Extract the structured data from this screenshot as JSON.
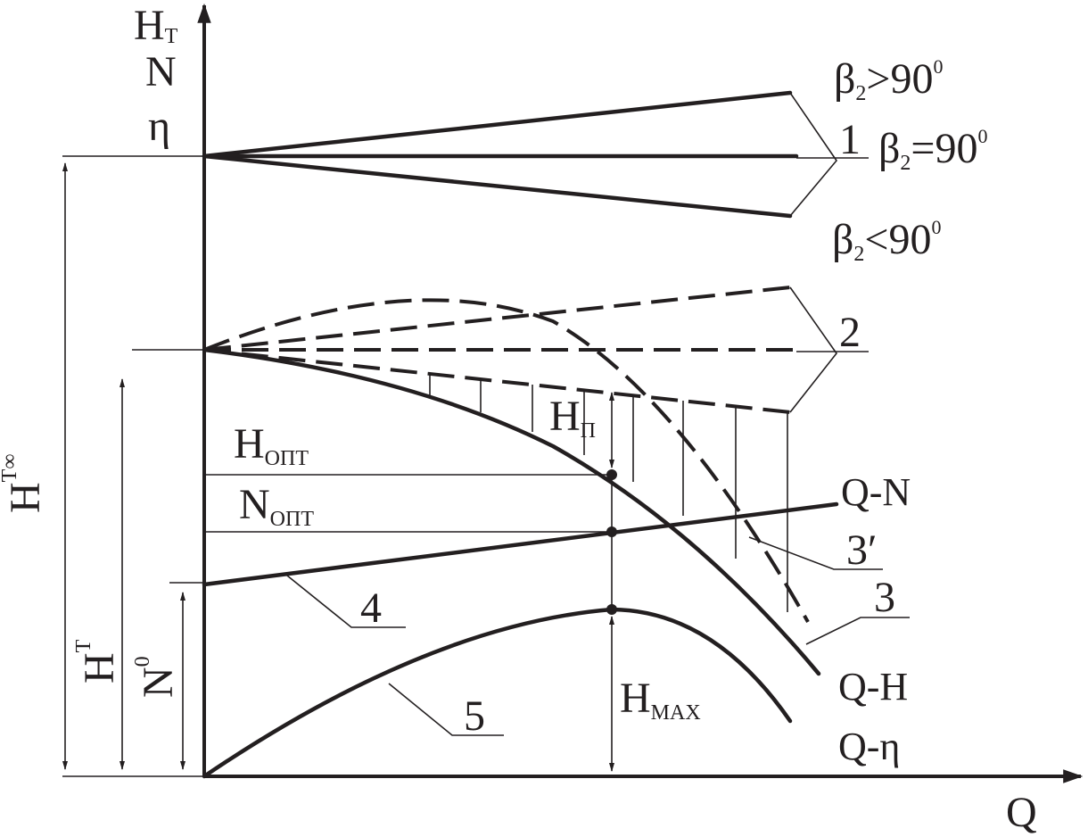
{
  "axes": {
    "y_labels": [
      "H",
      "N",
      "η"
    ],
    "y_label_sub": "Т",
    "x_label": "Q"
  },
  "family_1": {
    "number": "1",
    "labels": [
      {
        "main": "β",
        "sub": "2",
        "rel": ">90",
        "sup": "0"
      },
      {
        "main": "β",
        "sub": "2",
        "rel": "=90",
        "sup": "0"
      },
      {
        "main": "β",
        "sub": "2",
        "rel": "<90",
        "sup": "0"
      }
    ]
  },
  "family_2": {
    "number": "2"
  },
  "curves": {
    "qn": "Q-N",
    "qh": "Q-H",
    "qeta": "Q-η",
    "n3prime": "3′",
    "n3": "3",
    "n4": "4",
    "n5": "5"
  },
  "annotations": {
    "h_opt": {
      "main": "H",
      "sub": "ОПТ"
    },
    "n_opt": {
      "main": "N",
      "sub": "ОПТ"
    },
    "h_p": {
      "main": "H",
      "sub": "П"
    },
    "h_max": {
      "main": "H",
      "sub": "MAX"
    },
    "h_t_inf": {
      "main": "H",
      "sub": "Т∞"
    },
    "h_t": {
      "main": "H",
      "sub": "Т"
    },
    "n_0": {
      "main": "N",
      "sub": "0"
    }
  }
}
